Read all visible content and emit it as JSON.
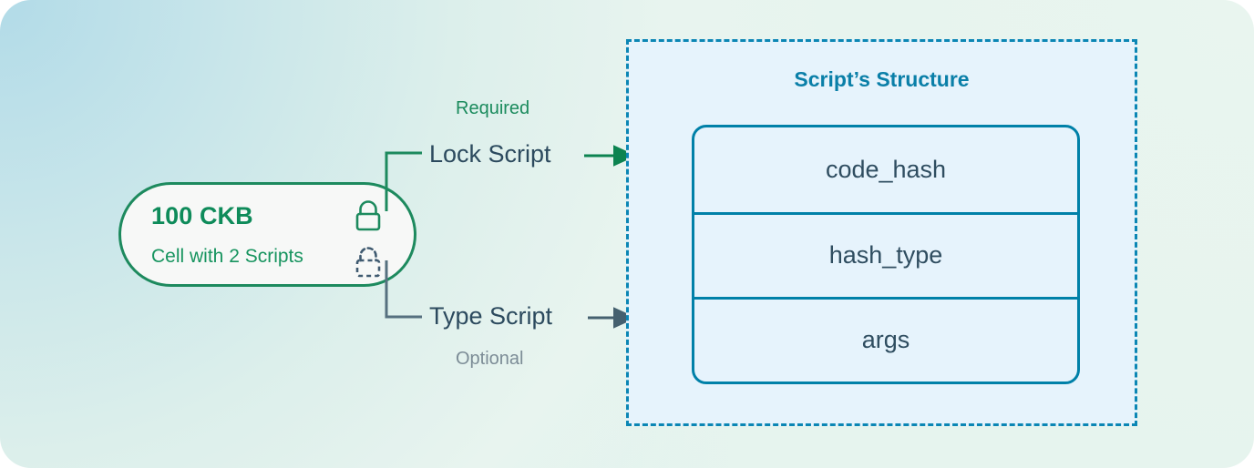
{
  "cell": {
    "amount": "100 CKB",
    "subtitle": "Cell with 2 Scripts",
    "icons": [
      {
        "name": "lock-solid-icon",
        "style": "solid",
        "color": "#1d8a5e"
      },
      {
        "name": "lock-dashed-icon",
        "style": "dashed",
        "color": "#3f5a70"
      }
    ],
    "border_color": "#1d8a5e"
  },
  "branches": [
    {
      "label": "Lock Script",
      "note": "Required",
      "note_color": "#1b8b5d",
      "connector_color": "#1d8a5e",
      "arrow_color": "#0c8350"
    },
    {
      "label": "Type Script",
      "note": "Optional",
      "note_color": "#7c8c96",
      "connector_color": "#56707f",
      "arrow_color": "#45606f"
    }
  ],
  "panel": {
    "title": "Script’s Structure",
    "title_color": "#0a7fa8",
    "border_color": "#0b86b4",
    "background": "#e6f3fc",
    "fields": [
      "code_hash",
      "hash_type",
      "args"
    ],
    "field_border_color": "#0080a8",
    "field_text_color": "#2f4d60"
  }
}
